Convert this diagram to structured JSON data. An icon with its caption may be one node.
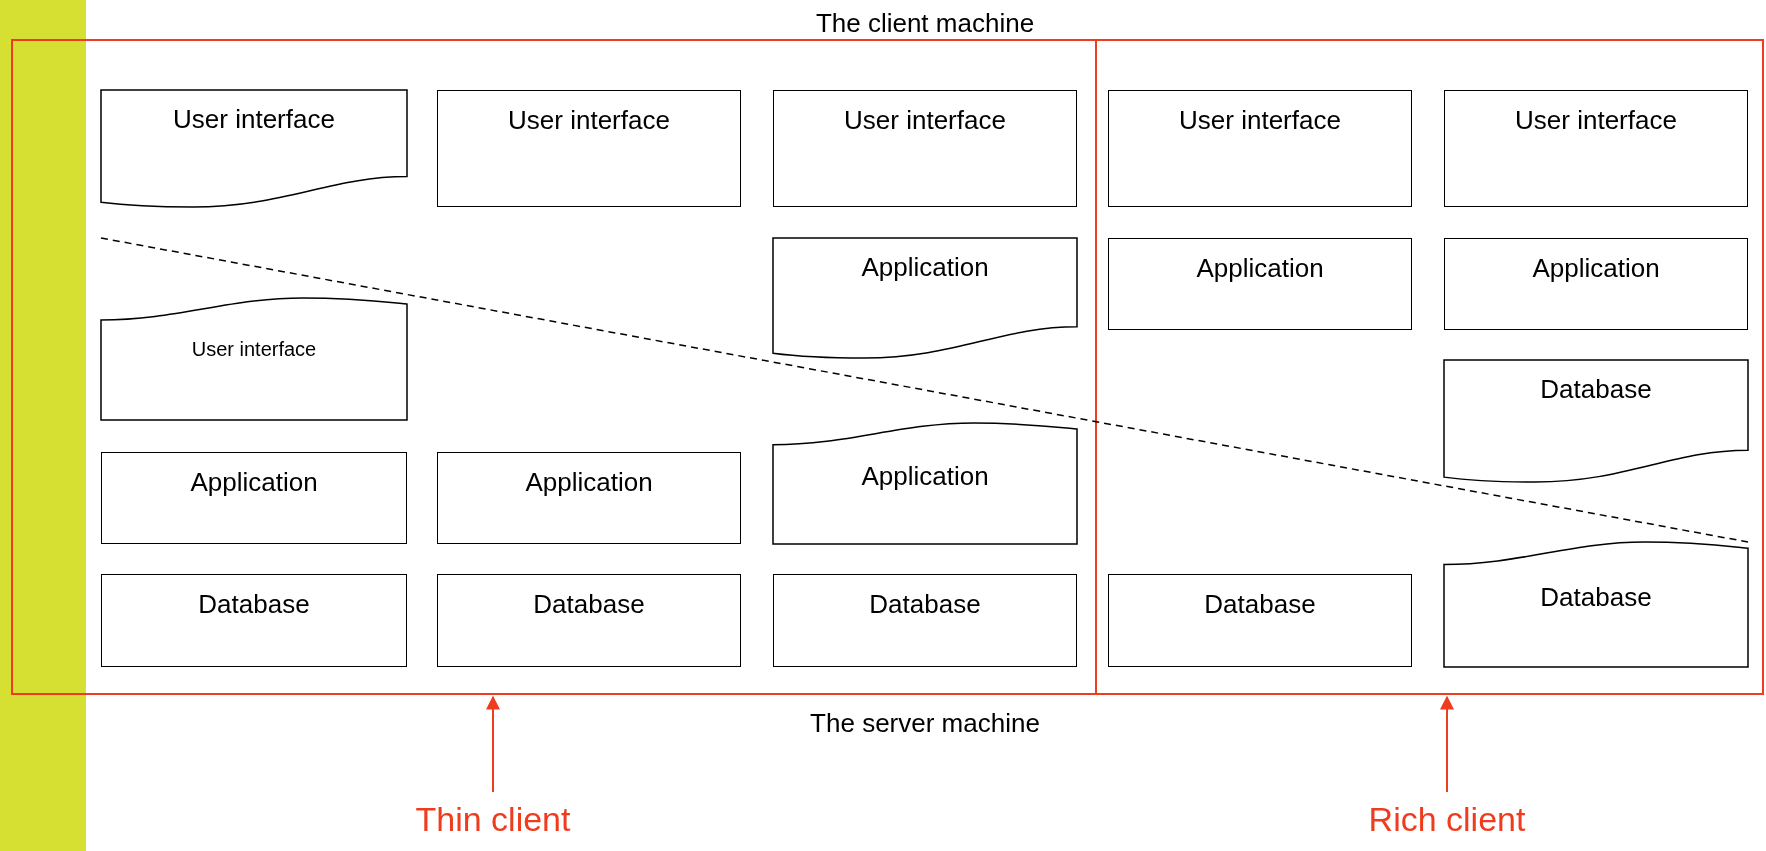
{
  "diagram": {
    "nodes": [
      {
        "text": [],
        "shape": "box"
      },
      {
        "text": [],
        "shape": "box"
      },
      {
        "text": [
          "User interface"
        ],
        "in": 0
      },
      {
        "text": [
          "User interface"
        ],
        "in": 0
      },
      {
        "text": [
          "User interface"
        ],
        "in": 0
      },
      {
        "text": [
          "Application"
        ],
        "in": 0
      },
      {
        "text": [
          "User interface"
        ],
        "in": 0
      },
      {
        "text": [
          "Application"
        ],
        "in": 0
      },
      {
        "text": [
          "Application"
        ],
        "in": 0
      },
      {
        "text": [
          "Application"
        ],
        "in": 0
      },
      {
        "text": [
          "Database"
        ],
        "in": 0
      },
      {
        "text": [
          "Database"
        ],
        "in": 0
      },
      {
        "text": [
          "Database"
        ],
        "in": 0
      },
      {
        "text": [
          "User interface"
        ],
        "in": 1
      },
      {
        "text": [
          "User interface"
        ],
        "in": 1
      },
      {
        "text": [
          "Application"
        ],
        "in": 1
      },
      {
        "text": [
          "Application"
        ],
        "in": 1
      },
      {
        "text": [
          "Database"
        ],
        "in": 1
      },
      {
        "text": [
          "Database"
        ],
        "in": 1
      },
      {
        "text": [
          "Database"
        ],
        "in": 1
      },
      {
        "text": [
          "Thin client"
        ]
      },
      {
        "text": [
          "Rich client"
        ]
      },
      {
        "text": [],
        "shape": "bar"
      }
    ],
    "edges": [
      {
        "from": 20,
        "to": 0,
        "arrow": "to"
      },
      {
        "from": 21,
        "to": 1,
        "arrow": "to"
      }
    ],
    "labels": [
      "The client machine",
      "The server machine"
    ]
  }
}
